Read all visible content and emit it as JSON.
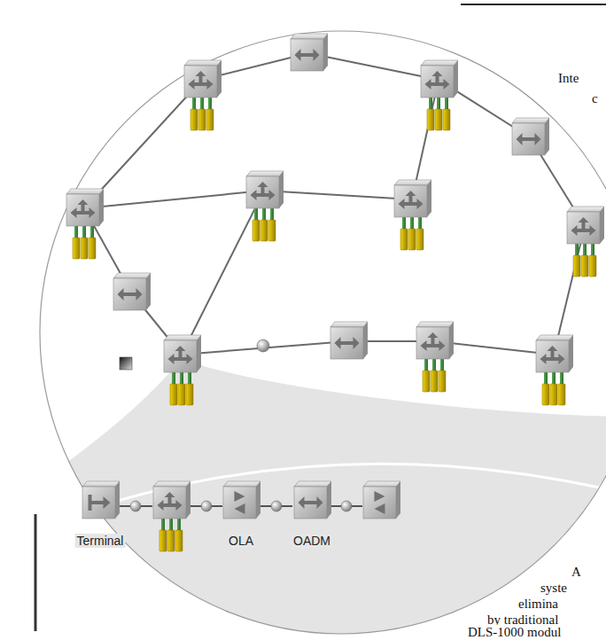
{
  "diagram": {
    "nodes": [
      {
        "text": [
          "Terminal"
        ]
      },
      {
        "text": [
          "OLA"
        ]
      },
      {
        "text": [
          "OADM"
        ]
      }
    ],
    "edges": [
      {
        "from": 1,
        "to": 2,
        "arrow": "none"
      }
    ],
    "labels": [
      "Inte",
      "c",
      "A",
      "syste",
      "elimina",
      "by traditional",
      "DLS-1000 modul"
    ]
  }
}
